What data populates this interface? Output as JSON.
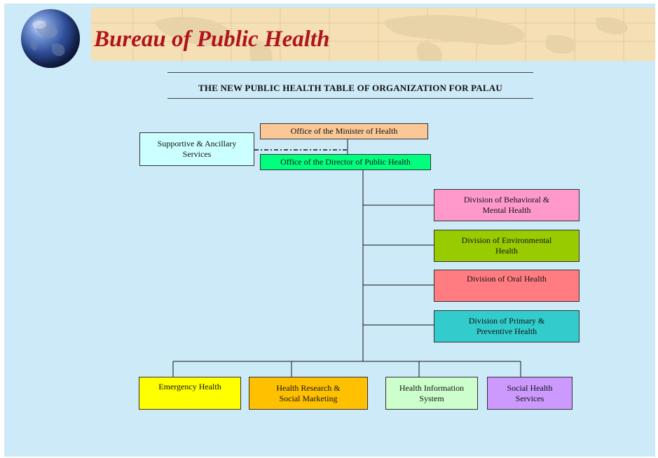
{
  "header": {
    "title": "Bureau of Public Health"
  },
  "org_chart": {
    "title": "THE NEW PUBLIC HEALTH TABLE OF ORGANIZATION FOR PALAU",
    "minister": {
      "label": "Office of the Minister of Health",
      "color": "#fac896"
    },
    "director": {
      "label": "Office of the Director of Public Health",
      "color": "#00ff7f"
    },
    "supportive": {
      "line1": "Supportive &  Ancillary",
      "line2": "Services",
      "color": "#ccffff"
    },
    "divisions": [
      {
        "line1": "Division of Behavioral &",
        "line2": "Mental Health",
        "color": "#ff99cc"
      },
      {
        "line1": "Division of Environmental",
        "line2": "Health",
        "color": "#99cc00"
      },
      {
        "line1": "Division of Oral Health",
        "line2": "",
        "color": "#ff7c80"
      },
      {
        "line1": "Division of Primary &",
        "line2": "Preventive Health",
        "color": "#33cccc"
      }
    ],
    "units": [
      {
        "line1": "Emergency Health",
        "line2": "",
        "color": "#ffff00"
      },
      {
        "line1": "Health Research &",
        "line2": "Social Marketing",
        "color": "#ffc000"
      },
      {
        "line1": "Health Information",
        "line2": "System",
        "color": "#ccffcc"
      },
      {
        "line1": "Social Health",
        "line2": "Services",
        "color": "#cc99ff"
      }
    ]
  }
}
